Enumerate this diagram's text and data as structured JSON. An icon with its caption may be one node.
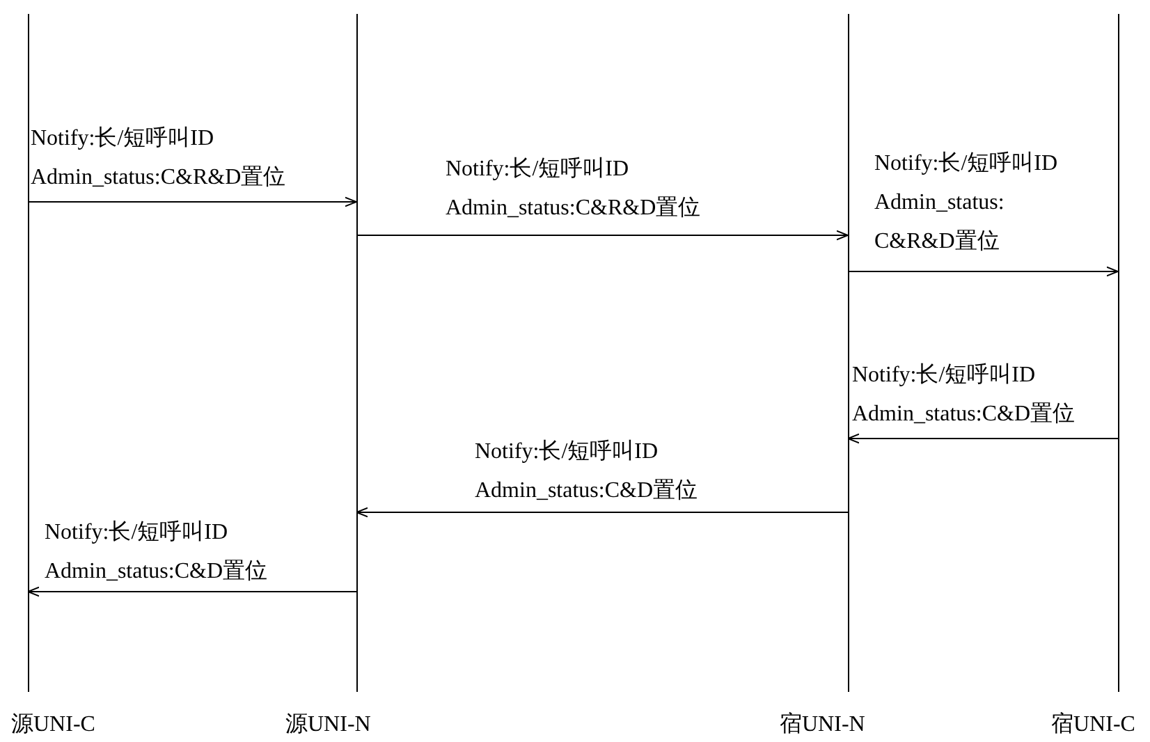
{
  "diagram": {
    "nodes": [
      {
        "text": [
          "源UNI-C"
        ]
      },
      {
        "text": [
          "源UNI-N"
        ]
      },
      {
        "text": [
          "宿UNI-N"
        ]
      },
      {
        "text": [
          "宿UNI-C"
        ]
      }
    ],
    "edges": [
      {
        "from": 0,
        "to": 1,
        "arrow": "to",
        "label": "Notify:长/短呼叫ID Admin_status:C&R&D置位"
      },
      {
        "from": 1,
        "to": 2,
        "arrow": "to",
        "label": "Notify:长/短呼叫ID Admin_status:C&R&D置位"
      },
      {
        "from": 2,
        "to": 3,
        "arrow": "to",
        "label": "Notify:长/短呼叫ID Admin_status: C&R&D置位"
      },
      {
        "from": 3,
        "to": 2,
        "arrow": "to",
        "label": "Notify:长/短呼叫ID Admin_status:C&D置位"
      },
      {
        "from": 2,
        "to": 1,
        "arrow": "to",
        "label": "Notify:长/短呼叫ID Admin_status:C&D置位"
      },
      {
        "from": 1,
        "to": 0,
        "arrow": "to",
        "label": "Notify:长/短呼叫ID Admin_status:C&D置位"
      }
    ]
  }
}
